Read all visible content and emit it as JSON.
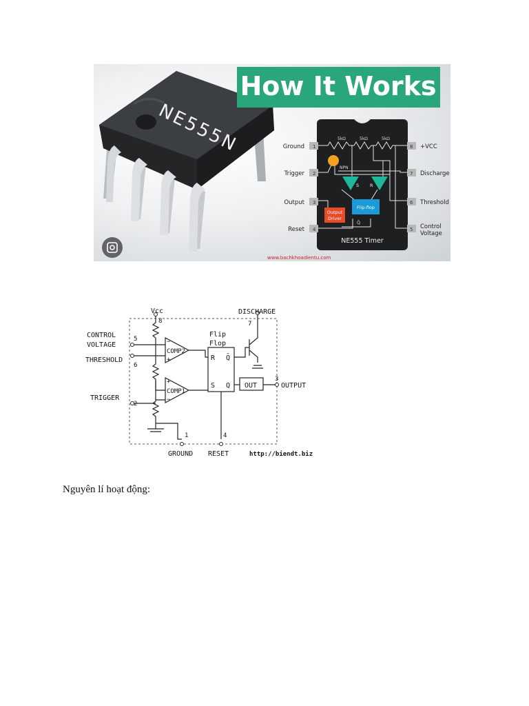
{
  "figure1": {
    "chip_marking": "NE555N",
    "banner": "How It Works",
    "pins_left": [
      "Ground",
      "Trigger",
      "Output",
      "Reset"
    ],
    "pins_left_numbers": [
      "1",
      "2",
      "3",
      "4"
    ],
    "pins_right": [
      "+VCC",
      "Discharge",
      "Threshold"
    ],
    "pin_control_line1": "Control",
    "pin_control_line2": "Voltage",
    "pins_right_numbers": [
      "8",
      "7",
      "6",
      "5"
    ],
    "resistor_label": "5kΩ",
    "npn_label": "NPN",
    "sr_s": "S",
    "sr_r": "R",
    "flipflop_label": "Flip-flop",
    "qbar_label": "Q̄",
    "output_driver_line1": "Output",
    "output_driver_line2": "Driver",
    "timer_label": "NE555 Timer",
    "website": "www.bachkhoadientu.com",
    "colors": {
      "banner": "#2aa77a",
      "comparator": "#1fb89a",
      "flipflop": "#1a9ad6",
      "driver": "#e84a2a",
      "npn": "#f2a21d",
      "website": "#d0202a"
    },
    "lens_icon": "lens-search-icon"
  },
  "figure2": {
    "vcc": "Vcc",
    "pin8": "8",
    "discharge": "DISCHARGE",
    "pin7": "7",
    "control_line1": "CONTROL",
    "control_line2": "VOLTAGE",
    "pin5": "5",
    "threshold": "THRESHOLD",
    "pin6": "6",
    "trigger": "TRIGGER",
    "pin2": "2",
    "comp2": "COMP2",
    "comp1": "COMP1",
    "flip": "Flip",
    "flop": "Flop",
    "ff_r": "R",
    "ff_s": "S",
    "ff_qbar": "Q̄",
    "ff_q": "Q",
    "out": "OUT",
    "pin3": "3",
    "output": "OUTPUT",
    "pin1": "1",
    "ground": "GROUND",
    "pin4": "4",
    "reset": "RESET",
    "plus": "+",
    "minus": "−",
    "website": "http://biendt.biz"
  },
  "caption": "Nguyên lí hoạt động:"
}
